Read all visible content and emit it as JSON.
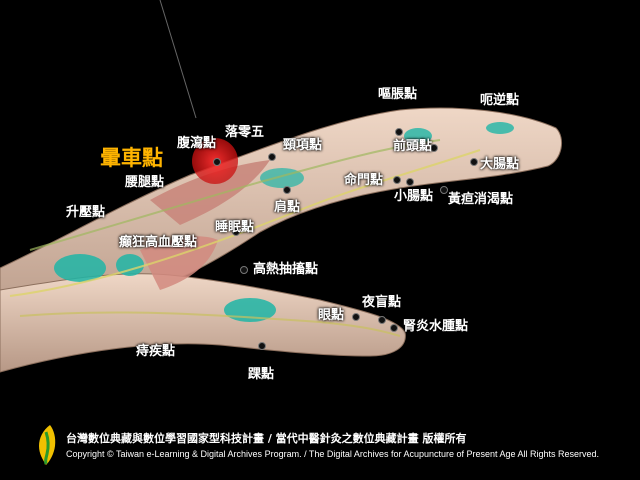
{
  "highlight_point": "暈車點",
  "points": {
    "outang": "嘔脹點",
    "enin": "呃逆點",
    "futao": "腹瀉點",
    "luoling": "落零五",
    "jingding": "頸項點",
    "qiantou": "前頭點",
    "dachang": "大腸點",
    "yaotui": "腰腿點",
    "mingmen": "命門點",
    "xiaochang": "小腸點",
    "huangdan": "黃疸消渴點",
    "jian": "肩點",
    "shengya": "升壓點",
    "shuimian": "睡眠點",
    "dianxian": "癲狂高血壓點",
    "gaore": "高熱抽搐點",
    "yemang": "夜盲點",
    "yan": "眼點",
    "shenyan": "腎炎水腫點",
    "zhichuang": "痔疾點",
    "huai": "踝點"
  },
  "footer": {
    "credit_zh": "台灣數位典藏與數位學習國家型科技計畫 / 當代中醫針灸之數位典藏計畫 版權所有",
    "credit_en": "Copyright © Taiwan e-Learning & Digital Archives Program. / The Digital Archives for Acupuncture of Present Age All Rights Reserved."
  },
  "colors": {
    "highlight": "#ffb400",
    "highlight_marker": "#e02020",
    "muscle_teal": "#1fb5a6",
    "skin": "#e6c9b4",
    "background": "#000000"
  }
}
